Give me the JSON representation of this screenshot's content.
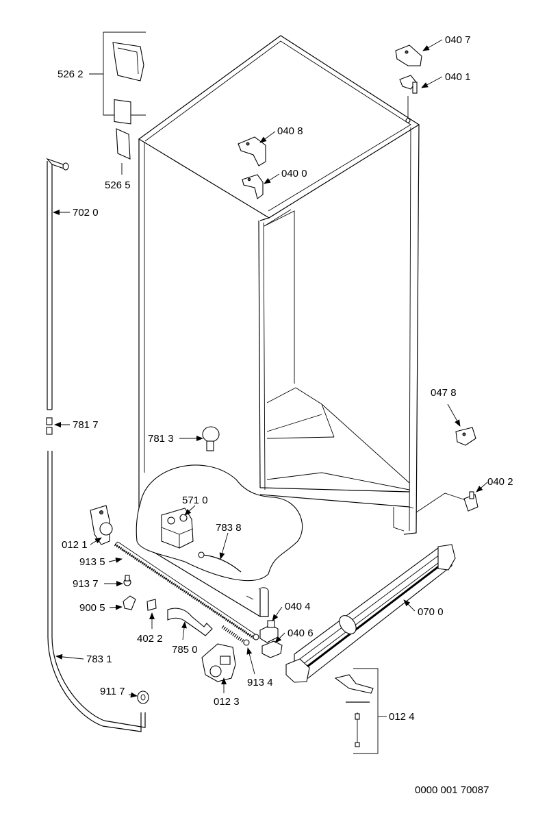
{
  "drawing_number": "0000 001 70087",
  "labels": {
    "p5262": "526 2",
    "p5265": "526 5",
    "p7020": "702 0",
    "p7817": "781 7",
    "p7813": "781 3",
    "p5710": "571 0",
    "p7838": "783 8",
    "p0121": "012 1",
    "p9135": "913 5",
    "p9137": "913 7",
    "p9005": "900 5",
    "p4022": "402 2",
    "p7850": "785 0",
    "p0123": "012 3",
    "p9134": "913 4",
    "p0404": "040 4",
    "p0406": "040 6",
    "p7831": "783 1",
    "p9117": "911 7",
    "p0124": "012 4",
    "p0700": "070 0",
    "p0402": "040 2",
    "p0478": "047 8",
    "p0407": "040 7",
    "p0401": "040 1",
    "p0408": "040 8",
    "p0400": "040 0"
  }
}
